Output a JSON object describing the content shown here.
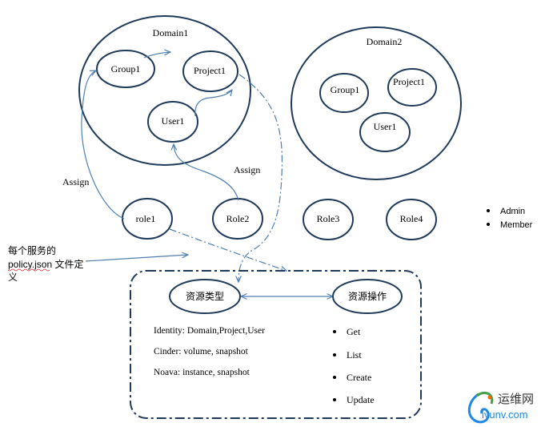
{
  "colors": {
    "stroke": "#1f3a5a",
    "arrow": "#4f7fb0",
    "text": "#000000",
    "wm_blue": "#1e88e5",
    "wm_green": "#43a047",
    "wm_orange": "#ef6c00",
    "wm_dark": "#333333",
    "squiggle": "#d32f2f"
  },
  "domain1": {
    "title": "Domain1",
    "group": "Group1",
    "project": "Project1",
    "user": "User1"
  },
  "domain2": {
    "title": "Domain2",
    "group": "Group1",
    "project": "Project1",
    "user": "User1"
  },
  "roles": [
    "role1",
    "Role2",
    "Role3",
    "Role4"
  ],
  "assign_labels": [
    "Assign",
    "Assign"
  ],
  "legend": [
    "Admin",
    "Member"
  ],
  "policy_note": [
    "每个服务的",
    "policy.json 文件定",
    "义"
  ],
  "resource_type": "资源类型",
  "resource_op": "资源操作",
  "resource_lines": [
    "Identity: Domain,Project,User",
    "Cinder: volume, snapshot",
    "Noava: instance, snapshot"
  ],
  "operations": [
    "Get",
    "List",
    "Create",
    "Update"
  ],
  "watermark": {
    "cn": "运维网",
    "url": "iyunv.com"
  }
}
